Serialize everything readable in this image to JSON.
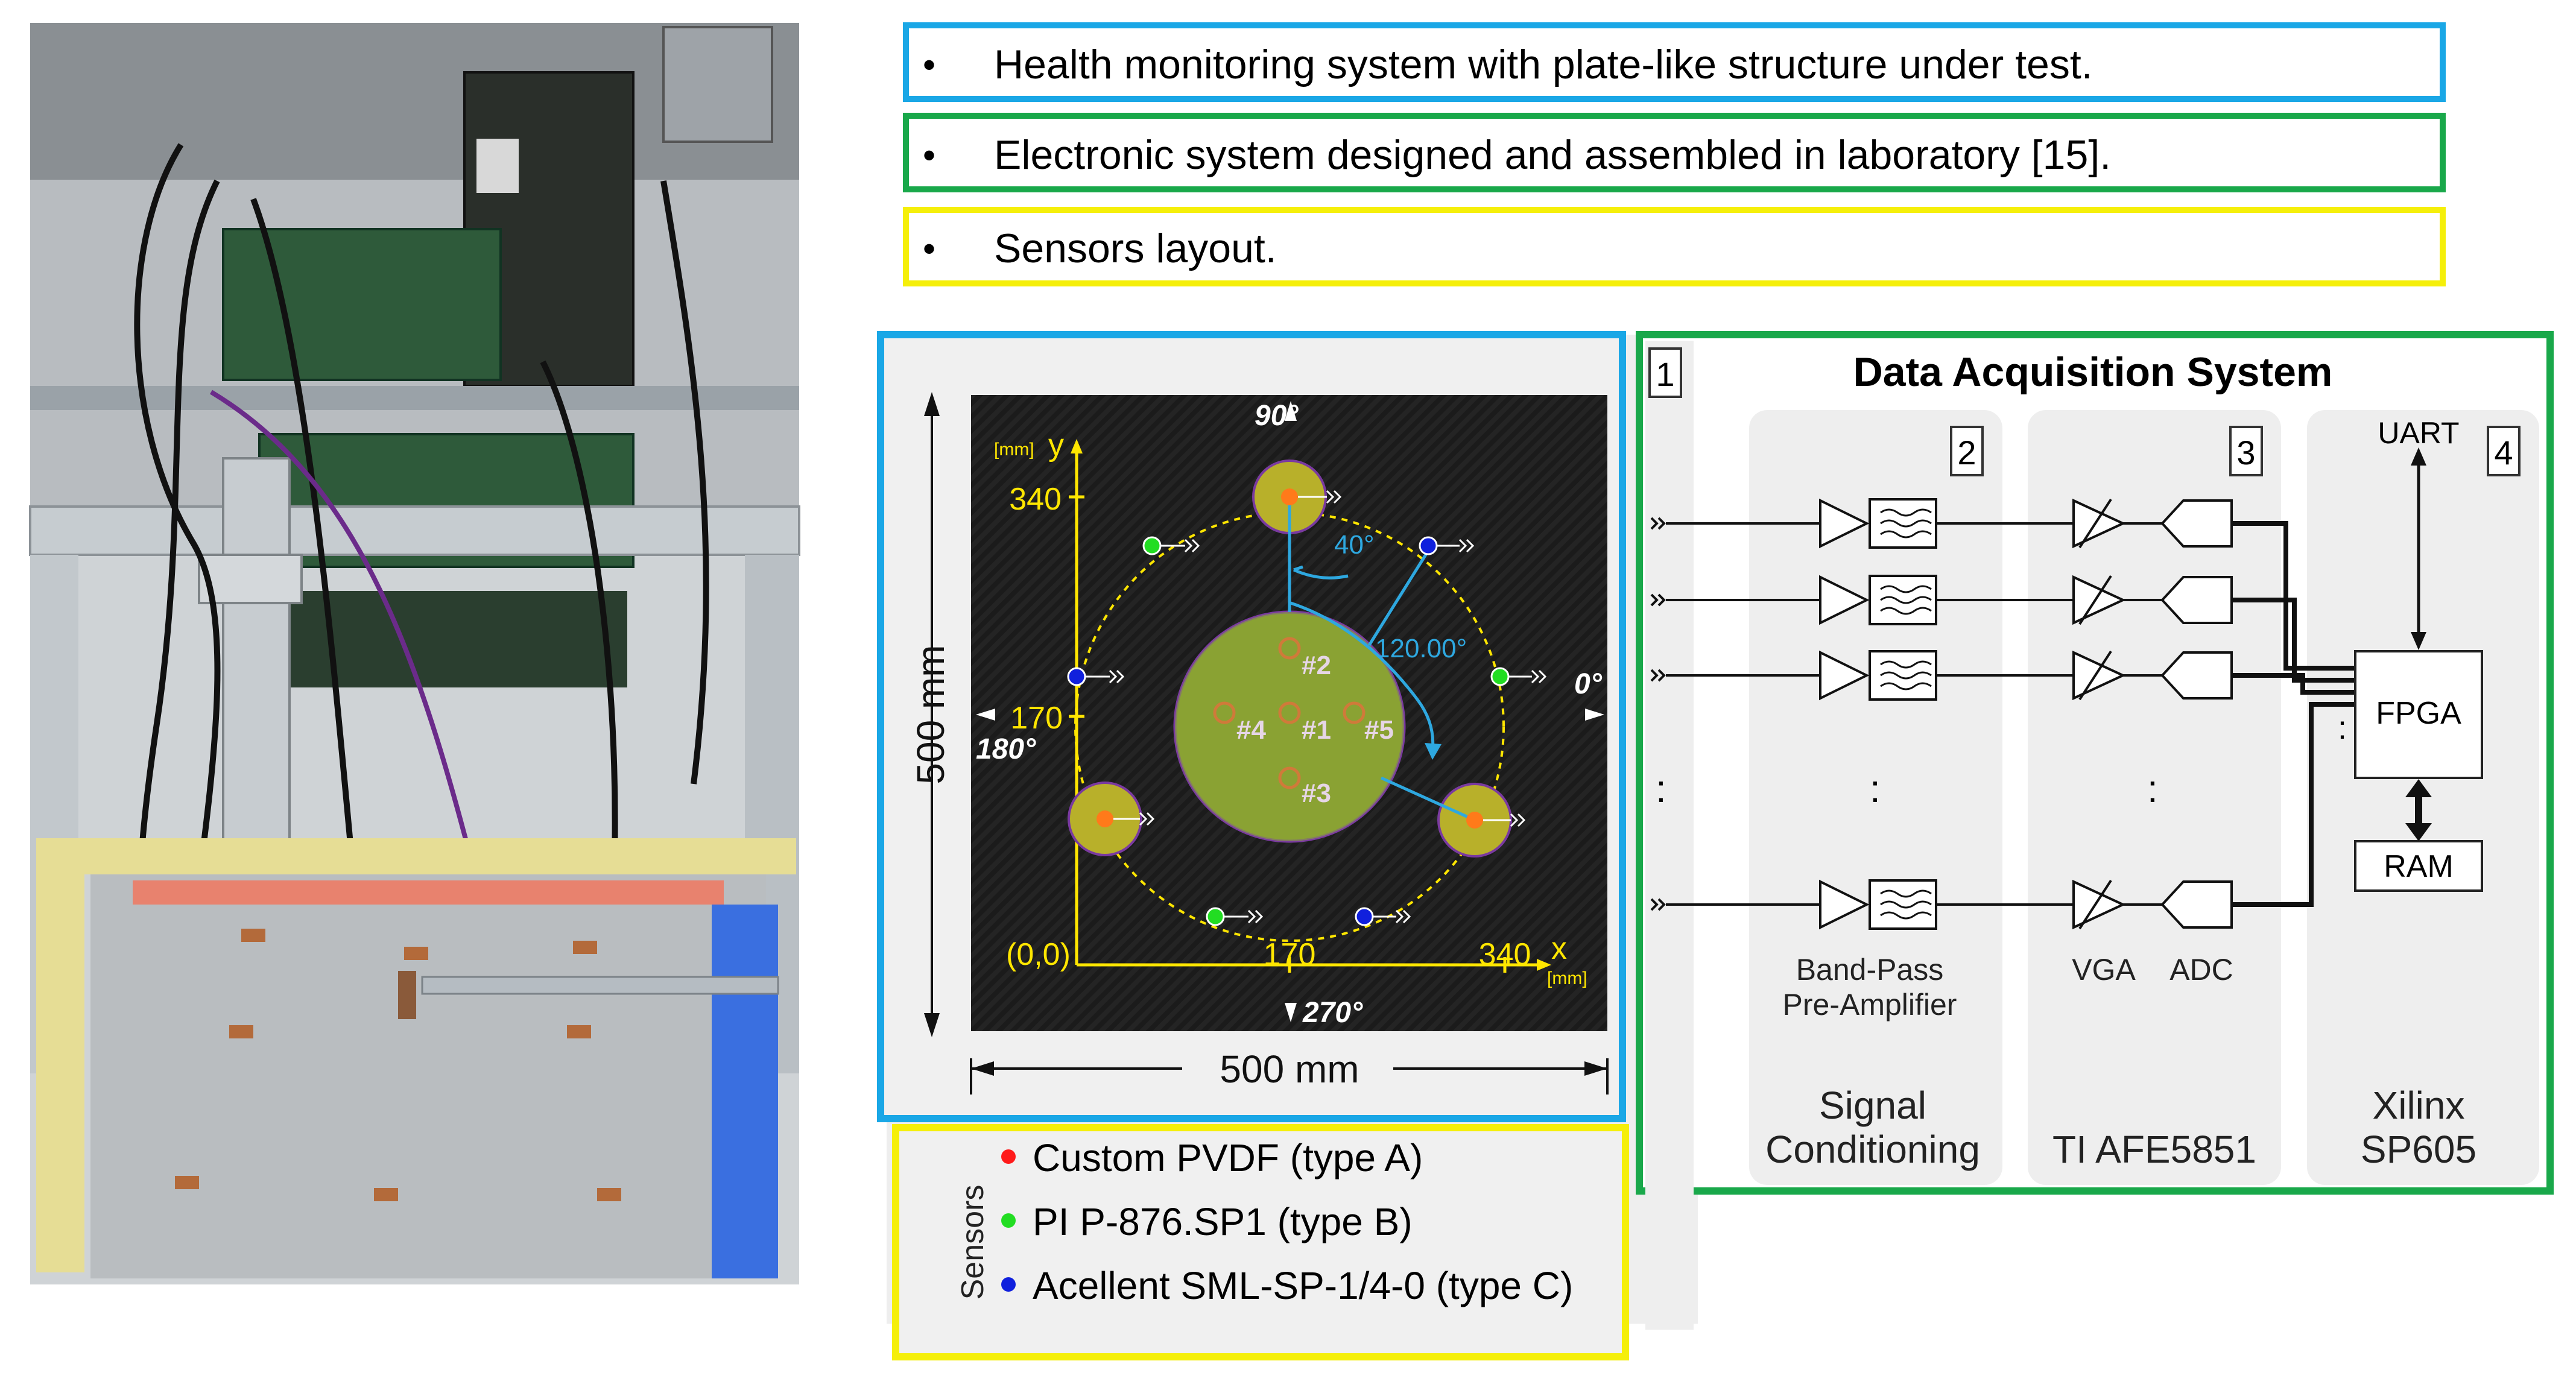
{
  "bullets": [
    {
      "marker": "•",
      "text": "Health monitoring system with plate-like structure under test.",
      "color": "#1aa7e6"
    },
    {
      "marker": "•",
      "text": "Electronic system designed and assembled in laboratory [15].",
      "color": "#19a84a"
    },
    {
      "marker": "•",
      "text": "Sensors layout.",
      "color": "#f5ef0a"
    }
  ],
  "layout_panel": {
    "dim_vertical": "500 mm",
    "dim_horizontal": "500 mm",
    "axis_x": "x",
    "axis_y": "y",
    "unit": "[mm]",
    "tick_340_y": "340",
    "tick_170_y": "170",
    "tick_origin": "(0,0)",
    "tick_170_x": "170",
    "tick_340_x": "340",
    "angle_90": "90°",
    "angle_0": "0°",
    "angle_180": "180°",
    "angle_270": "270°",
    "angle_40": "40°",
    "angle_120": "120.00°",
    "sensor_ids": [
      "#2",
      "#4",
      "#1",
      "#5",
      "#3"
    ]
  },
  "daq_panel": {
    "title": "Data Acquisition System",
    "block_numbers": [
      "1",
      "2",
      "3",
      "4"
    ],
    "uart": "UART",
    "fpga": "FPGA",
    "ram": "RAM",
    "vdots": ":",
    "label_bandpass": "Band-Pass",
    "label_preamp": "Pre-Amplifier",
    "label_vga": "VGA",
    "label_adc": "ADC",
    "col2_line1": "Signal",
    "col2_line2": "Conditioning",
    "col3": "TI AFE5851",
    "col4_line1": "Xilinx",
    "col4_line2": "SP605"
  },
  "legend": {
    "title": "Sensors",
    "items": [
      {
        "text": "Custom PVDF (type A)",
        "color": "#ff1a1a"
      },
      {
        "text": "PI P-876.SP1 (type B)",
        "color": "#22dd22"
      },
      {
        "text": "Acellent SML-SP-1/4-0 (type C)",
        "color": "#1020dd"
      }
    ]
  },
  "colors": {
    "blue_frame": "#1aa7e6",
    "green_frame": "#19a84a",
    "yellow_frame": "#f5ef0a",
    "plate_bg": "#1c1c1c",
    "accent_yellow": "#ffe600",
    "angle_blue": "#2ea8e0"
  }
}
